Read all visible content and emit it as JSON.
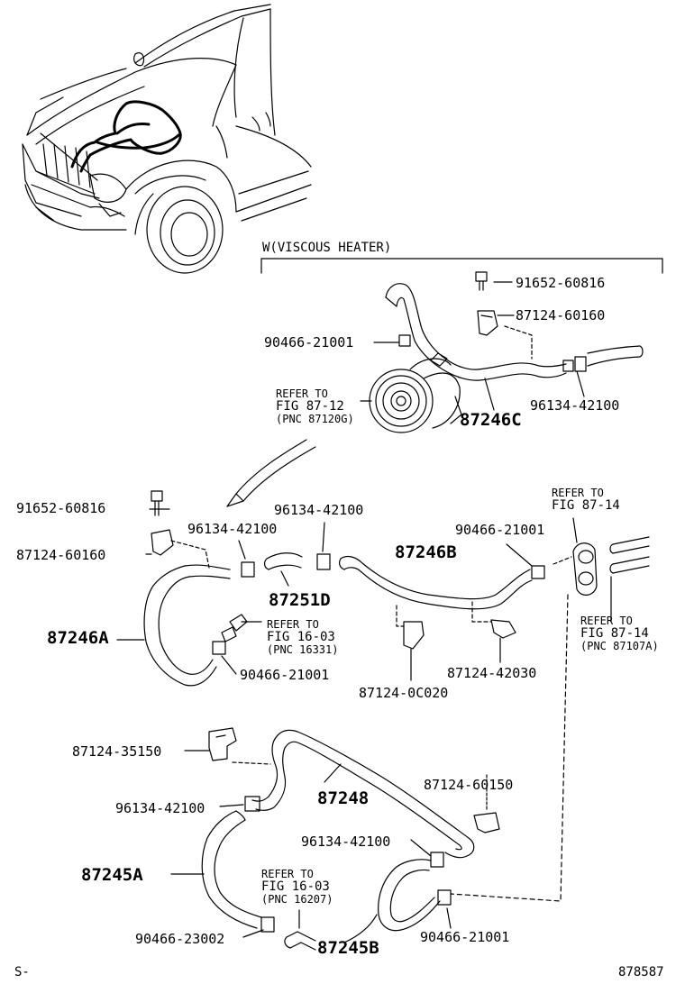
{
  "variant_label": "W(VISCOUS HEATER)",
  "footer_left": "S-",
  "figure_number": "878587",
  "parts": {
    "p91652_top": "91652-60816",
    "p87124_top": "87124-60160",
    "p90466_top": "90466-21001",
    "p87246C": "87246C",
    "p96134_top": "96134-42100",
    "p91652_mid": "91652-60816",
    "p87124_mid": "87124-60160",
    "p96134_a": "96134-42100",
    "p96134_b": "96134-42100",
    "p87246B": "87246B",
    "p90466_mid": "90466-21001",
    "p87251D": "87251D",
    "p87246A": "87246A",
    "p90466_low": "90466-21001",
    "p87124_0C020": "87124-0C020",
    "p87124_42030": "87124-42030",
    "p87124_35150": "87124-35150",
    "p87248": "87248",
    "p87124_60150": "87124-60150",
    "p96134_c": "96134-42100",
    "p96134_d": "96134-42100",
    "p87245A": "87245A",
    "p90466_23002": "90466-23002",
    "p87245B": "87245B",
    "p90466_bottom": "90466-21001"
  },
  "refs": {
    "r1": {
      "line1": "REFER TO",
      "line2": "FIG 87-12",
      "line3": "(PNC 87120G)"
    },
    "r2": {
      "line1": "REFER TO",
      "line2": "FIG 87-14"
    },
    "r3": {
      "line1": "REFER TO",
      "line2": "FIG 87-14",
      "line3": "(PNC 87107A)"
    },
    "r4": {
      "line1": "REFER TO",
      "line2": "FIG 16-03",
      "line3": "(PNC 16331)"
    },
    "r5": {
      "line1": "REFER TO",
      "line2": "FIG 16-03",
      "line3": "(PNC 16207)"
    }
  }
}
